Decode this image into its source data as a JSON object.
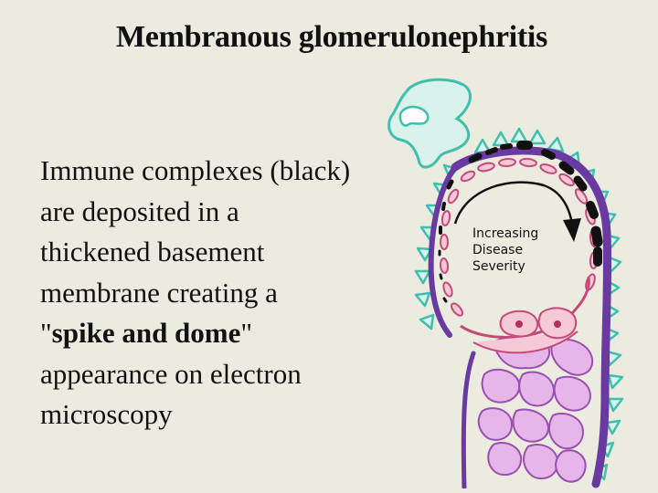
{
  "title": "Membranous glomerulonephritis",
  "caption": {
    "part1": "Immune complexes (black) are deposited in a thickened basement membrane creating a \"",
    "bold1": "spike",
    "mid": " ",
    "bold2": "and dome",
    "part2": "\" appearance on electron microscopy"
  },
  "diagram": {
    "label_line1": "Increasing",
    "label_line2": "Disease",
    "label_line3": "Severity",
    "colors": {
      "background": "#ecebe0",
      "podocyte": "#d9f2ec",
      "podocyte_outline": "#3fbfae",
      "basement_membrane": "#6a3aa0",
      "immune_complex": "#111111",
      "endothelium": "#f5c9d6",
      "endothelium_outline": "#c44a7a",
      "mesangium": "#e6b6ea",
      "mesangium_outline": "#9a4fb0"
    }
  }
}
